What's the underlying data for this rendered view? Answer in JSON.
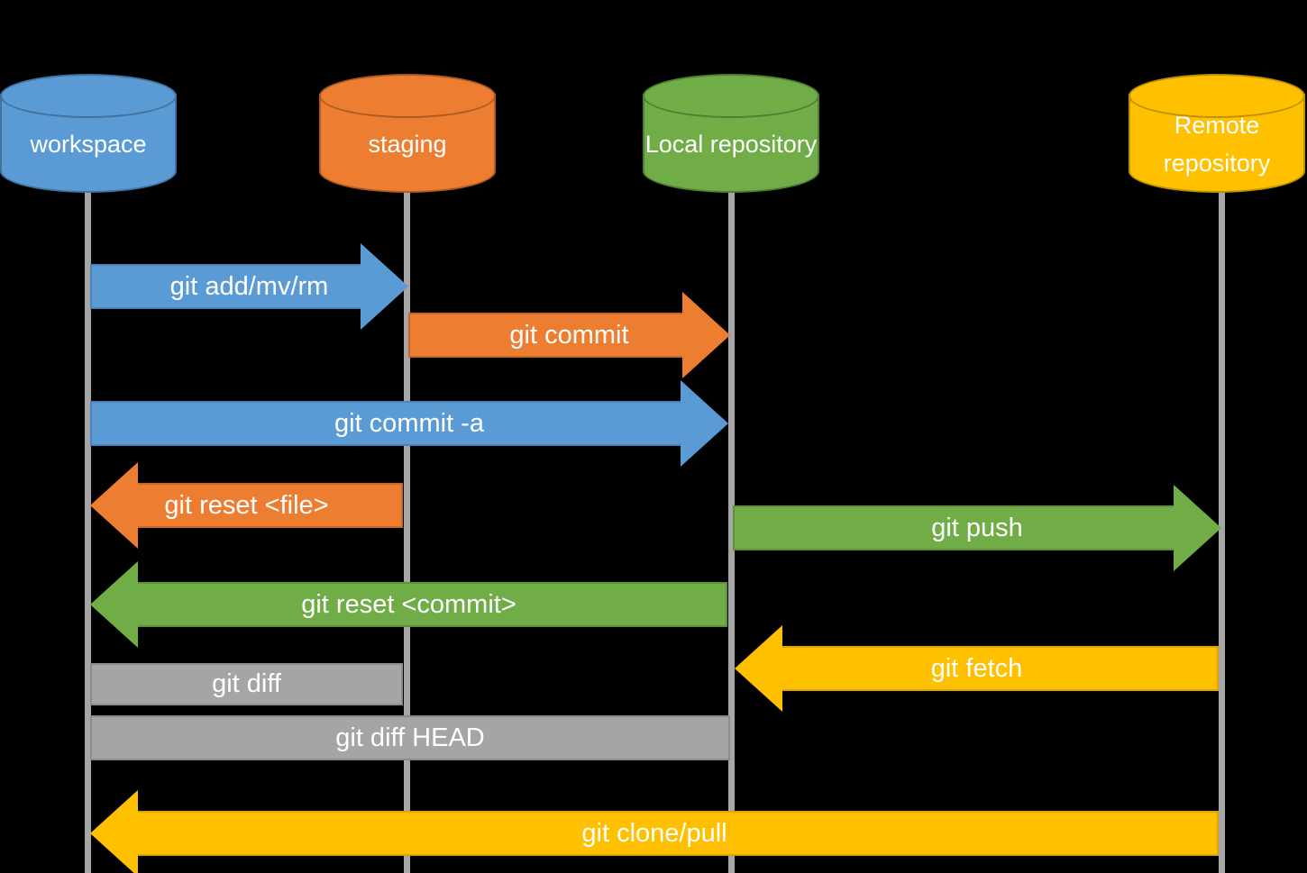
{
  "diagram_type": "git-data-transport-sequence-diagram",
  "colors": {
    "background": "#000000",
    "lifeline": "#A6A6A6",
    "blue": "#5B9BD5",
    "blue_border": "#41719C",
    "orange": "#ED7D31",
    "orange_border": "#AE5A21",
    "green": "#70AD47",
    "green_border": "#507E32",
    "gold": "#FFC000",
    "gold_border": "#BF9000",
    "gray_bar": "#A5A5A5",
    "gray_bar_border": "#8C8C8C",
    "label_text": "#FFFFFF"
  },
  "nodes": [
    {
      "label": "workspace",
      "shape": "cylinder",
      "color": "#5B9BD5"
    },
    {
      "label": "staging",
      "shape": "cylinder",
      "color": "#ED7D31"
    },
    {
      "label": "Local repository",
      "shape": "cylinder",
      "color": "#70AD47"
    },
    {
      "label": "Remote repository",
      "shape": "cylinder",
      "color": "#FFC000"
    }
  ],
  "commands": [
    {
      "label": "git add/mv/rm",
      "from": "workspace",
      "to": "staging",
      "direction": "right",
      "shape": "arrow",
      "color": "#5B9BD5"
    },
    {
      "label": "git commit",
      "from": "staging",
      "to": "Local repository",
      "direction": "right",
      "shape": "arrow",
      "color": "#ED7D31"
    },
    {
      "label": "git commit -a",
      "from": "workspace",
      "to": "Local repository",
      "direction": "right",
      "shape": "arrow",
      "color": "#5B9BD5"
    },
    {
      "label": "git reset <file>",
      "from": "staging",
      "to": "workspace",
      "direction": "left",
      "shape": "arrow",
      "color": "#ED7D31"
    },
    {
      "label": "git push",
      "from": "Local repository",
      "to": "Remote repository",
      "direction": "right",
      "shape": "arrow",
      "color": "#70AD47"
    },
    {
      "label": "git reset <commit>",
      "from": "Local repository",
      "to": "workspace",
      "direction": "left",
      "shape": "arrow",
      "color": "#70AD47"
    },
    {
      "label": "git fetch",
      "from": "Remote repository",
      "to": "Local repository",
      "direction": "left",
      "shape": "arrow",
      "color": "#FFC000"
    },
    {
      "label": "git diff",
      "from": "workspace",
      "to": "staging",
      "direction": "none",
      "shape": "bar",
      "color": "#A5A5A5"
    },
    {
      "label": "git diff HEAD",
      "from": "workspace",
      "to": "Local repository",
      "direction": "none",
      "shape": "bar",
      "color": "#A5A5A5"
    },
    {
      "label": "git clone/pull",
      "from": "Remote repository",
      "to": "workspace",
      "direction": "left",
      "shape": "arrow",
      "color": "#FFC000"
    }
  ]
}
